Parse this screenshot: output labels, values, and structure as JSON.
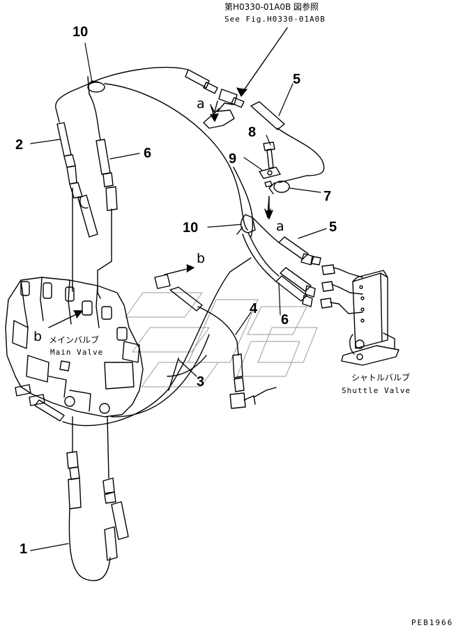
{
  "reference": {
    "jp": "第H0330-01A0B 図参照",
    "en": "See Fig.H0330-01A0B"
  },
  "callouts": {
    "c10_top": "10",
    "c5_top": "5",
    "c8": "8",
    "c9": "9",
    "c7": "7",
    "c2": "2",
    "c6_top": "6",
    "c10_mid": "10",
    "c5_mid": "5",
    "c4": "4",
    "c6_mid": "6",
    "c3": "3",
    "c1": "1"
  },
  "letters": {
    "a_top": "a",
    "a_mid": "a",
    "b_top": "b",
    "b_left": "b"
  },
  "main_valve": {
    "jp": "メインバルブ",
    "en": "Main Valve"
  },
  "shuttle_valve": {
    "jp": "シャトルバルブ",
    "en": "Shuttle Valve"
  },
  "drawing_code": "PEB1966"
}
